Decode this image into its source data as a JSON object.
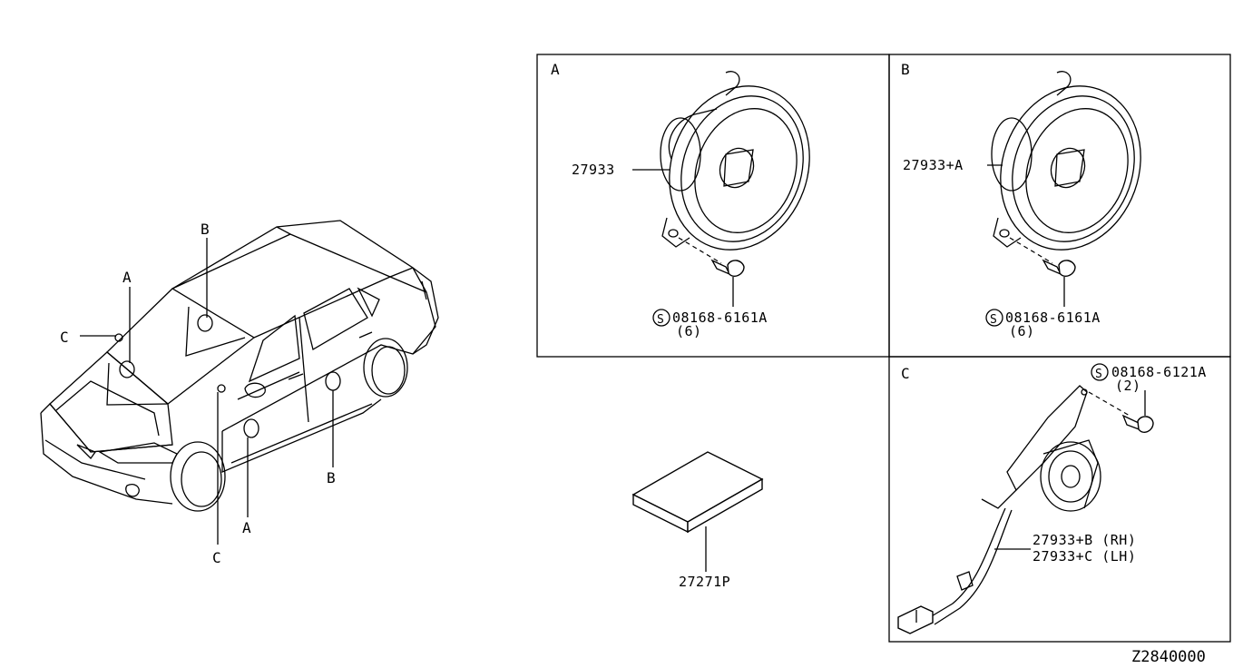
{
  "car_callouts": {
    "a_top": "A",
    "b_top": "B",
    "c_left": "C",
    "b_bottom": "B",
    "a_bottom": "A",
    "c_bottom": "C"
  },
  "panels": {
    "a": {
      "letter": "A",
      "part": "27933",
      "screw": "08168-6161A",
      "qty": "(6)"
    },
    "b": {
      "letter": "B",
      "part": "27933+A",
      "screw": "08168-6161A",
      "qty": "(6)"
    },
    "c": {
      "letter": "C",
      "screw": "08168-6121A",
      "qty": "(2)",
      "part_rh": "27933+B (RH)",
      "part_lh": "27933+C (LH)"
    }
  },
  "standalone_part": "27271P",
  "drawing_code": "Z2840000",
  "screw_symbol": "S"
}
